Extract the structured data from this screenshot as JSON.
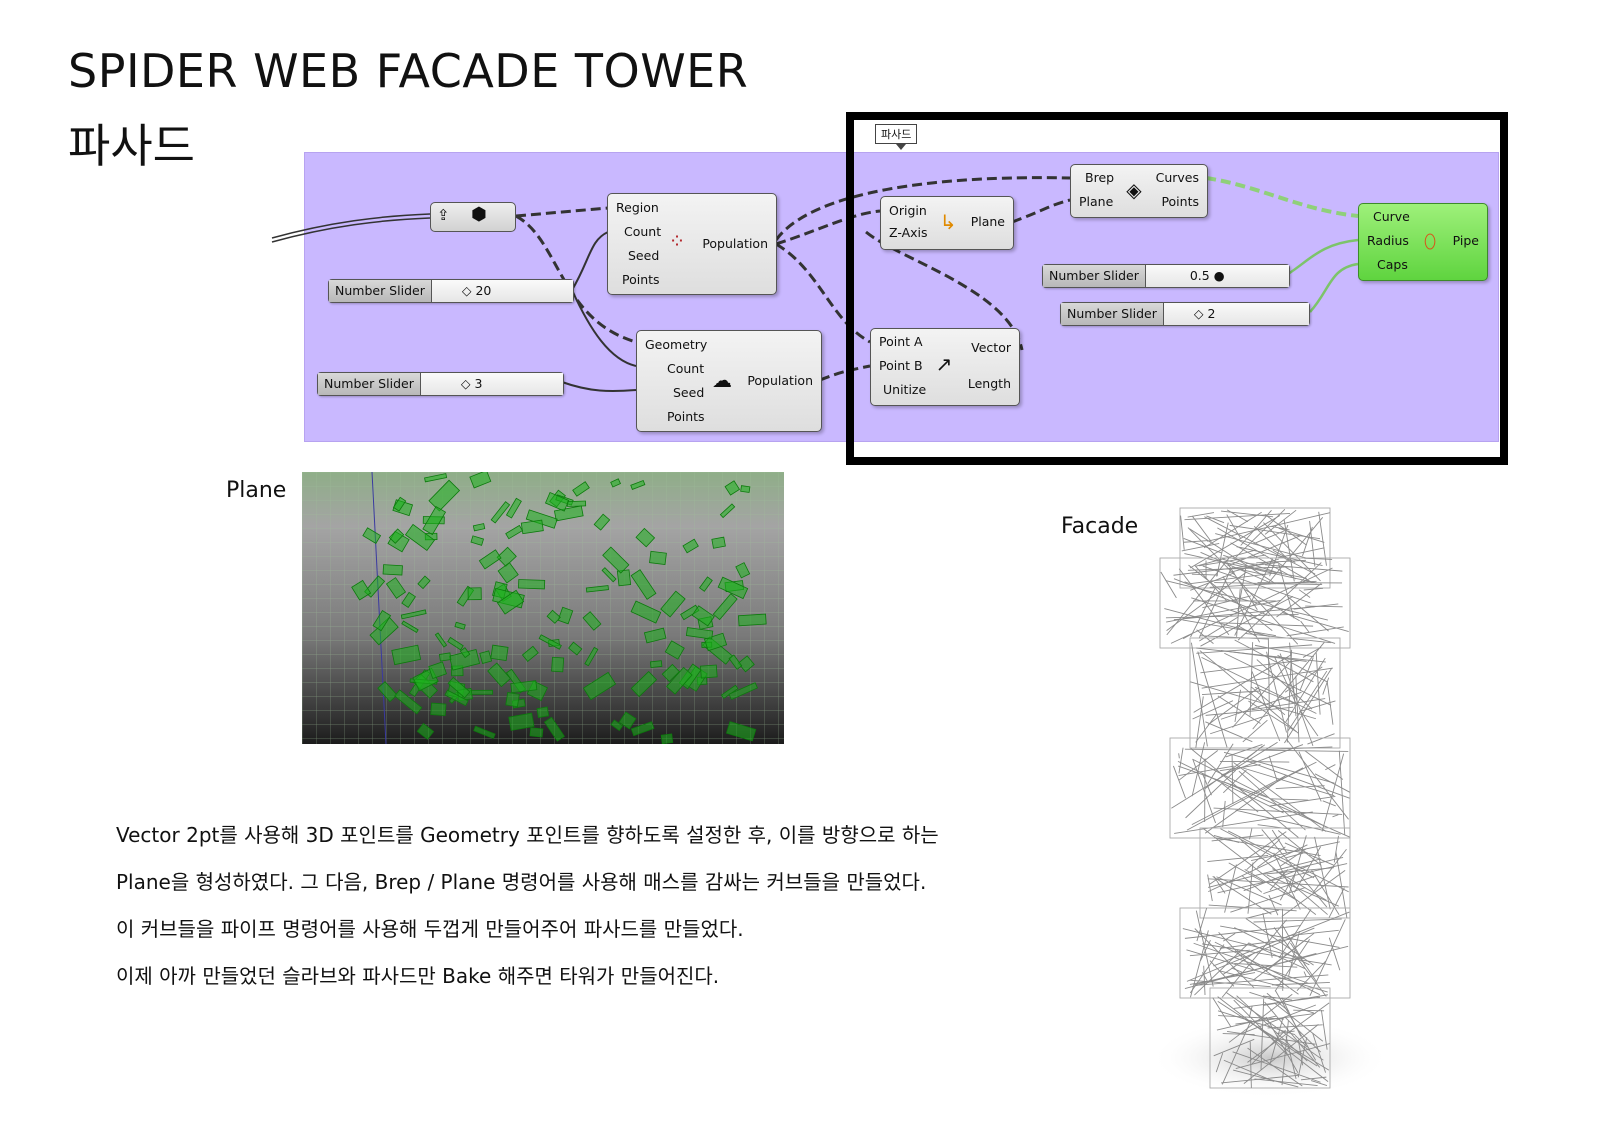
{
  "title": {
    "en": "SPIDER WEB FACADE TOWER",
    "ko": "파사드"
  },
  "group_label": "파사드",
  "components": {
    "populate2d": {
      "inputs": [
        "Region",
        "Count",
        "Seed",
        "Points"
      ],
      "output": "Population"
    },
    "populate3d": {
      "inputs": [
        "Geometry",
        "Count",
        "Seed",
        "Points"
      ],
      "output": "Population"
    },
    "plane": {
      "inputs": [
        "Origin",
        "Z-Axis"
      ],
      "output": "Plane"
    },
    "vector2pt": {
      "inputs": [
        "Point A",
        "Point B",
        "Unitize"
      ],
      "outputs": [
        "Vector",
        "Length"
      ]
    },
    "brepplane": {
      "inputs": [
        "Brep",
        "Plane"
      ],
      "outputs": [
        "Curves",
        "Points"
      ]
    },
    "pipe": {
      "inputs": [
        "Curve",
        "Radius",
        "Caps"
      ],
      "output": "Pipe"
    }
  },
  "sliders": [
    {
      "label": "Number Slider",
      "value": "20"
    },
    {
      "label": "Number Slider",
      "value": "3"
    },
    {
      "label": "Number Slider",
      "value": "0.5"
    },
    {
      "label": "Number Slider",
      "value": "2"
    }
  ],
  "images": {
    "plane_label": "Plane",
    "facade_label": "Facade"
  },
  "description": [
    "Vector 2pt를 사용해 3D 포인트를 Geometry 포인트를 향하도록 설정한 후, 이를 방향으로 하는",
    "Plane을 형성하였다. 그 다음, Brep / Plane 명령어를 사용해 매스를 감싸는 커브들을 만들었다.",
    "이 커브들을 파이프 명령어를 사용해 두껍게 만들어주어 파사드를 만들었다.",
    "이제 아까 만들었던 슬라브와 파사드만 Bake 해주면 타워가 만들어진다."
  ],
  "colors": {
    "canvas": "#c9b8ff",
    "pipe_green": "#6fdc4a",
    "plane_green": "#1db31d"
  }
}
